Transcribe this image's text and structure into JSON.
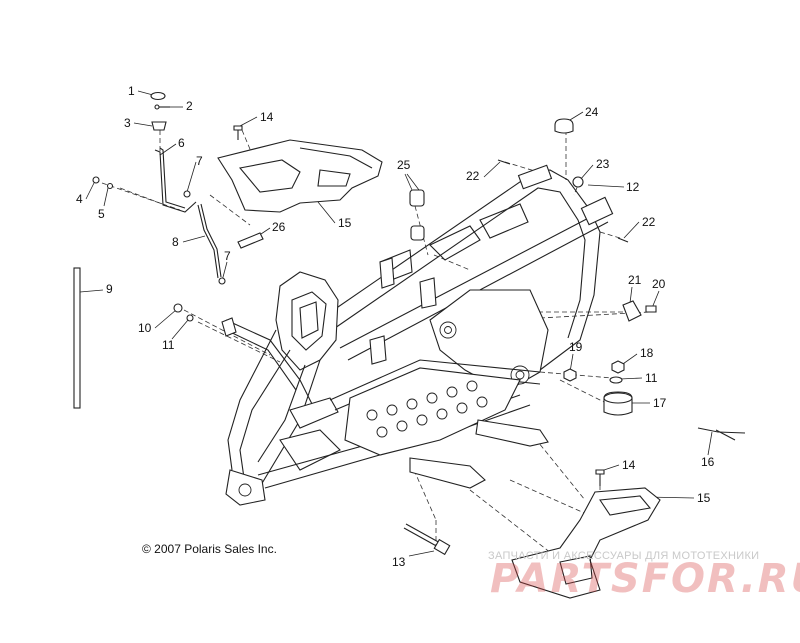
{
  "callouts": [
    {
      "id": "1",
      "text": "1"
    },
    {
      "id": "2",
      "text": "2"
    },
    {
      "id": "3",
      "text": "3"
    },
    {
      "id": "4",
      "text": "4"
    },
    {
      "id": "5",
      "text": "5"
    },
    {
      "id": "6",
      "text": "6"
    },
    {
      "id": "7a",
      "text": "7"
    },
    {
      "id": "7b",
      "text": "7"
    },
    {
      "id": "8",
      "text": "8"
    },
    {
      "id": "9",
      "text": "9"
    },
    {
      "id": "10",
      "text": "10"
    },
    {
      "id": "11a",
      "text": "11"
    },
    {
      "id": "11b",
      "text": "11"
    },
    {
      "id": "12",
      "text": "12"
    },
    {
      "id": "13",
      "text": "13"
    },
    {
      "id": "14a",
      "text": "14"
    },
    {
      "id": "14b",
      "text": "14"
    },
    {
      "id": "15a",
      "text": "15"
    },
    {
      "id": "15b",
      "text": "15"
    },
    {
      "id": "16",
      "text": "16"
    },
    {
      "id": "17",
      "text": "17"
    },
    {
      "id": "18",
      "text": "18"
    },
    {
      "id": "19",
      "text": "19"
    },
    {
      "id": "20",
      "text": "20"
    },
    {
      "id": "21",
      "text": "21"
    },
    {
      "id": "22a",
      "text": "22"
    },
    {
      "id": "22b",
      "text": "22"
    },
    {
      "id": "23",
      "text": "23"
    },
    {
      "id": "24",
      "text": "24"
    },
    {
      "id": "25",
      "text": "25"
    },
    {
      "id": "26",
      "text": "26"
    }
  ],
  "copyright": "© 2007 Polaris Sales Inc.",
  "watermark": {
    "caption": "ЗАПЧАСТИ И АКСЕССУАРЫ ДЛЯ МОТОТЕХНИКИ",
    "logo": "PARTSFOR.RU"
  },
  "colors": {
    "line": "#222222",
    "background": "#ffffff",
    "watermark": "#d64848"
  }
}
